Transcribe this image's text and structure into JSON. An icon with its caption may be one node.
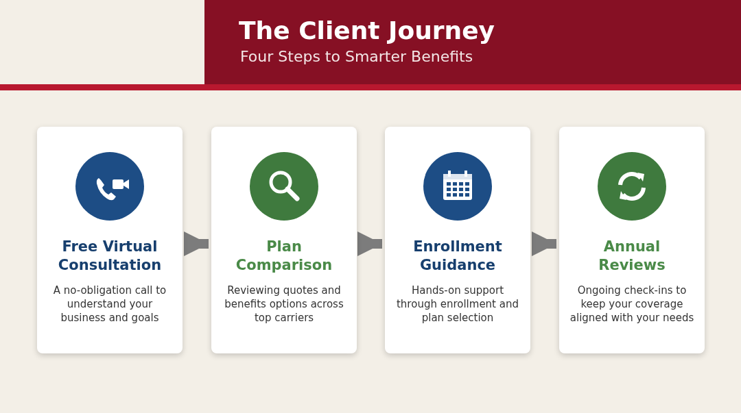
{
  "diagram": {
    "title": "The Client Journey",
    "nodes": [
      {
        "text": [
          "Free Virtual Consultation",
          "A no-obligation call to understand your business and goals"
        ]
      },
      {
        "text": [
          "Plan Comparison",
          "Reviewing quotes and benefits options across top carriers"
        ]
      },
      {
        "text": [
          "Enrollment Guidance",
          "Hands-on support through enrollment and plan selection"
        ]
      },
      {
        "text": [
          "Annual Reviews",
          "Ongoing check-ins to keep your coverage aligned with your needs"
        ]
      }
    ],
    "edges": [
      {
        "from": 0,
        "to": 1,
        "arrow": "to"
      },
      {
        "from": 1,
        "to": 2,
        "arrow": "to"
      },
      {
        "from": 2,
        "to": 3,
        "arrow": "to"
      }
    ],
    "labels": [
      "Four Steps to Smarter Benefits"
    ]
  }
}
